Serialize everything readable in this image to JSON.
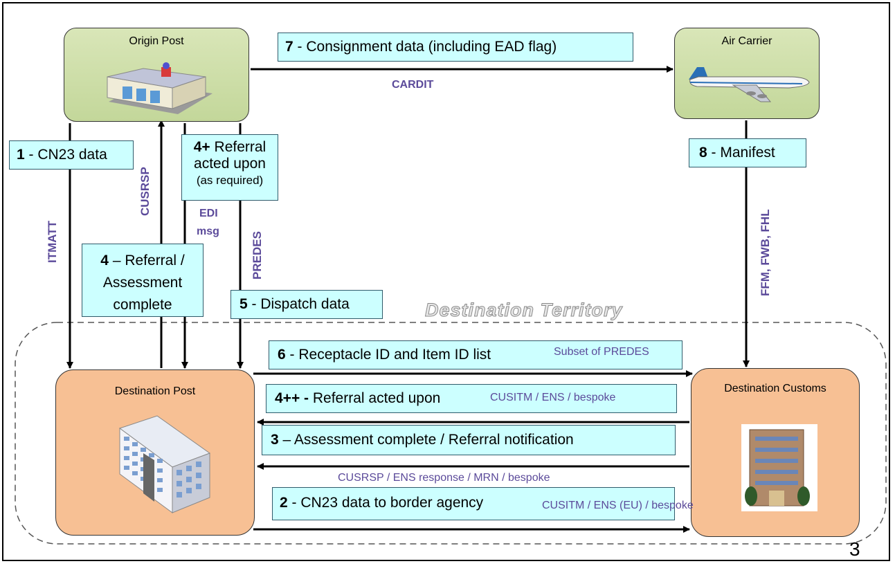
{
  "nodes": {
    "origin_post": "Origin Post",
    "air_carrier": "Air Carrier",
    "destination_post": "Destination Post",
    "destination_customs": "Destination Customs"
  },
  "territory_label": "Destination Territory",
  "flows": {
    "f1": {
      "num": "1",
      "text": " - CN23 data"
    },
    "f2": {
      "num": "2",
      "text": " - CN23 data to border agency",
      "sub": "CUSITM / ENS (EU) / bespoke"
    },
    "f3": {
      "num": "3",
      "text": " – Assessment complete / Referral notification",
      "sub": "CUSRSP / ENS response / MRN / bespoke"
    },
    "f4": {
      "num": "4",
      "text1": " – Referral /",
      "text2": "Assessment",
      "text3": "complete"
    },
    "f4p": {
      "num": "4+",
      "text1": " Referral",
      "text2": "acted upon",
      "text3": "(as required)"
    },
    "f4pp": {
      "num": "4++ -",
      "text": " Referral acted upon",
      "sub": "CUSITM / ENS / bespoke"
    },
    "f5": {
      "num": "5",
      "text": " - Dispatch data"
    },
    "f6": {
      "num": "6",
      "text": " - Receptacle ID and Item ID list",
      "sub": "Subset of PREDES"
    },
    "f7": {
      "num": "7",
      "text": " - Consignment data (including EAD flag)"
    },
    "f8": {
      "num": "8",
      "text": " - Manifest"
    }
  },
  "codes": {
    "itmatt": "ITMATT",
    "cusrsp": "CUSRSP",
    "edi1": "EDI",
    "edi2": "msg",
    "predes": "PREDES",
    "cardit": "CARDIT",
    "ffm": "FFM, FWB, FHL"
  },
  "page_number": "3"
}
